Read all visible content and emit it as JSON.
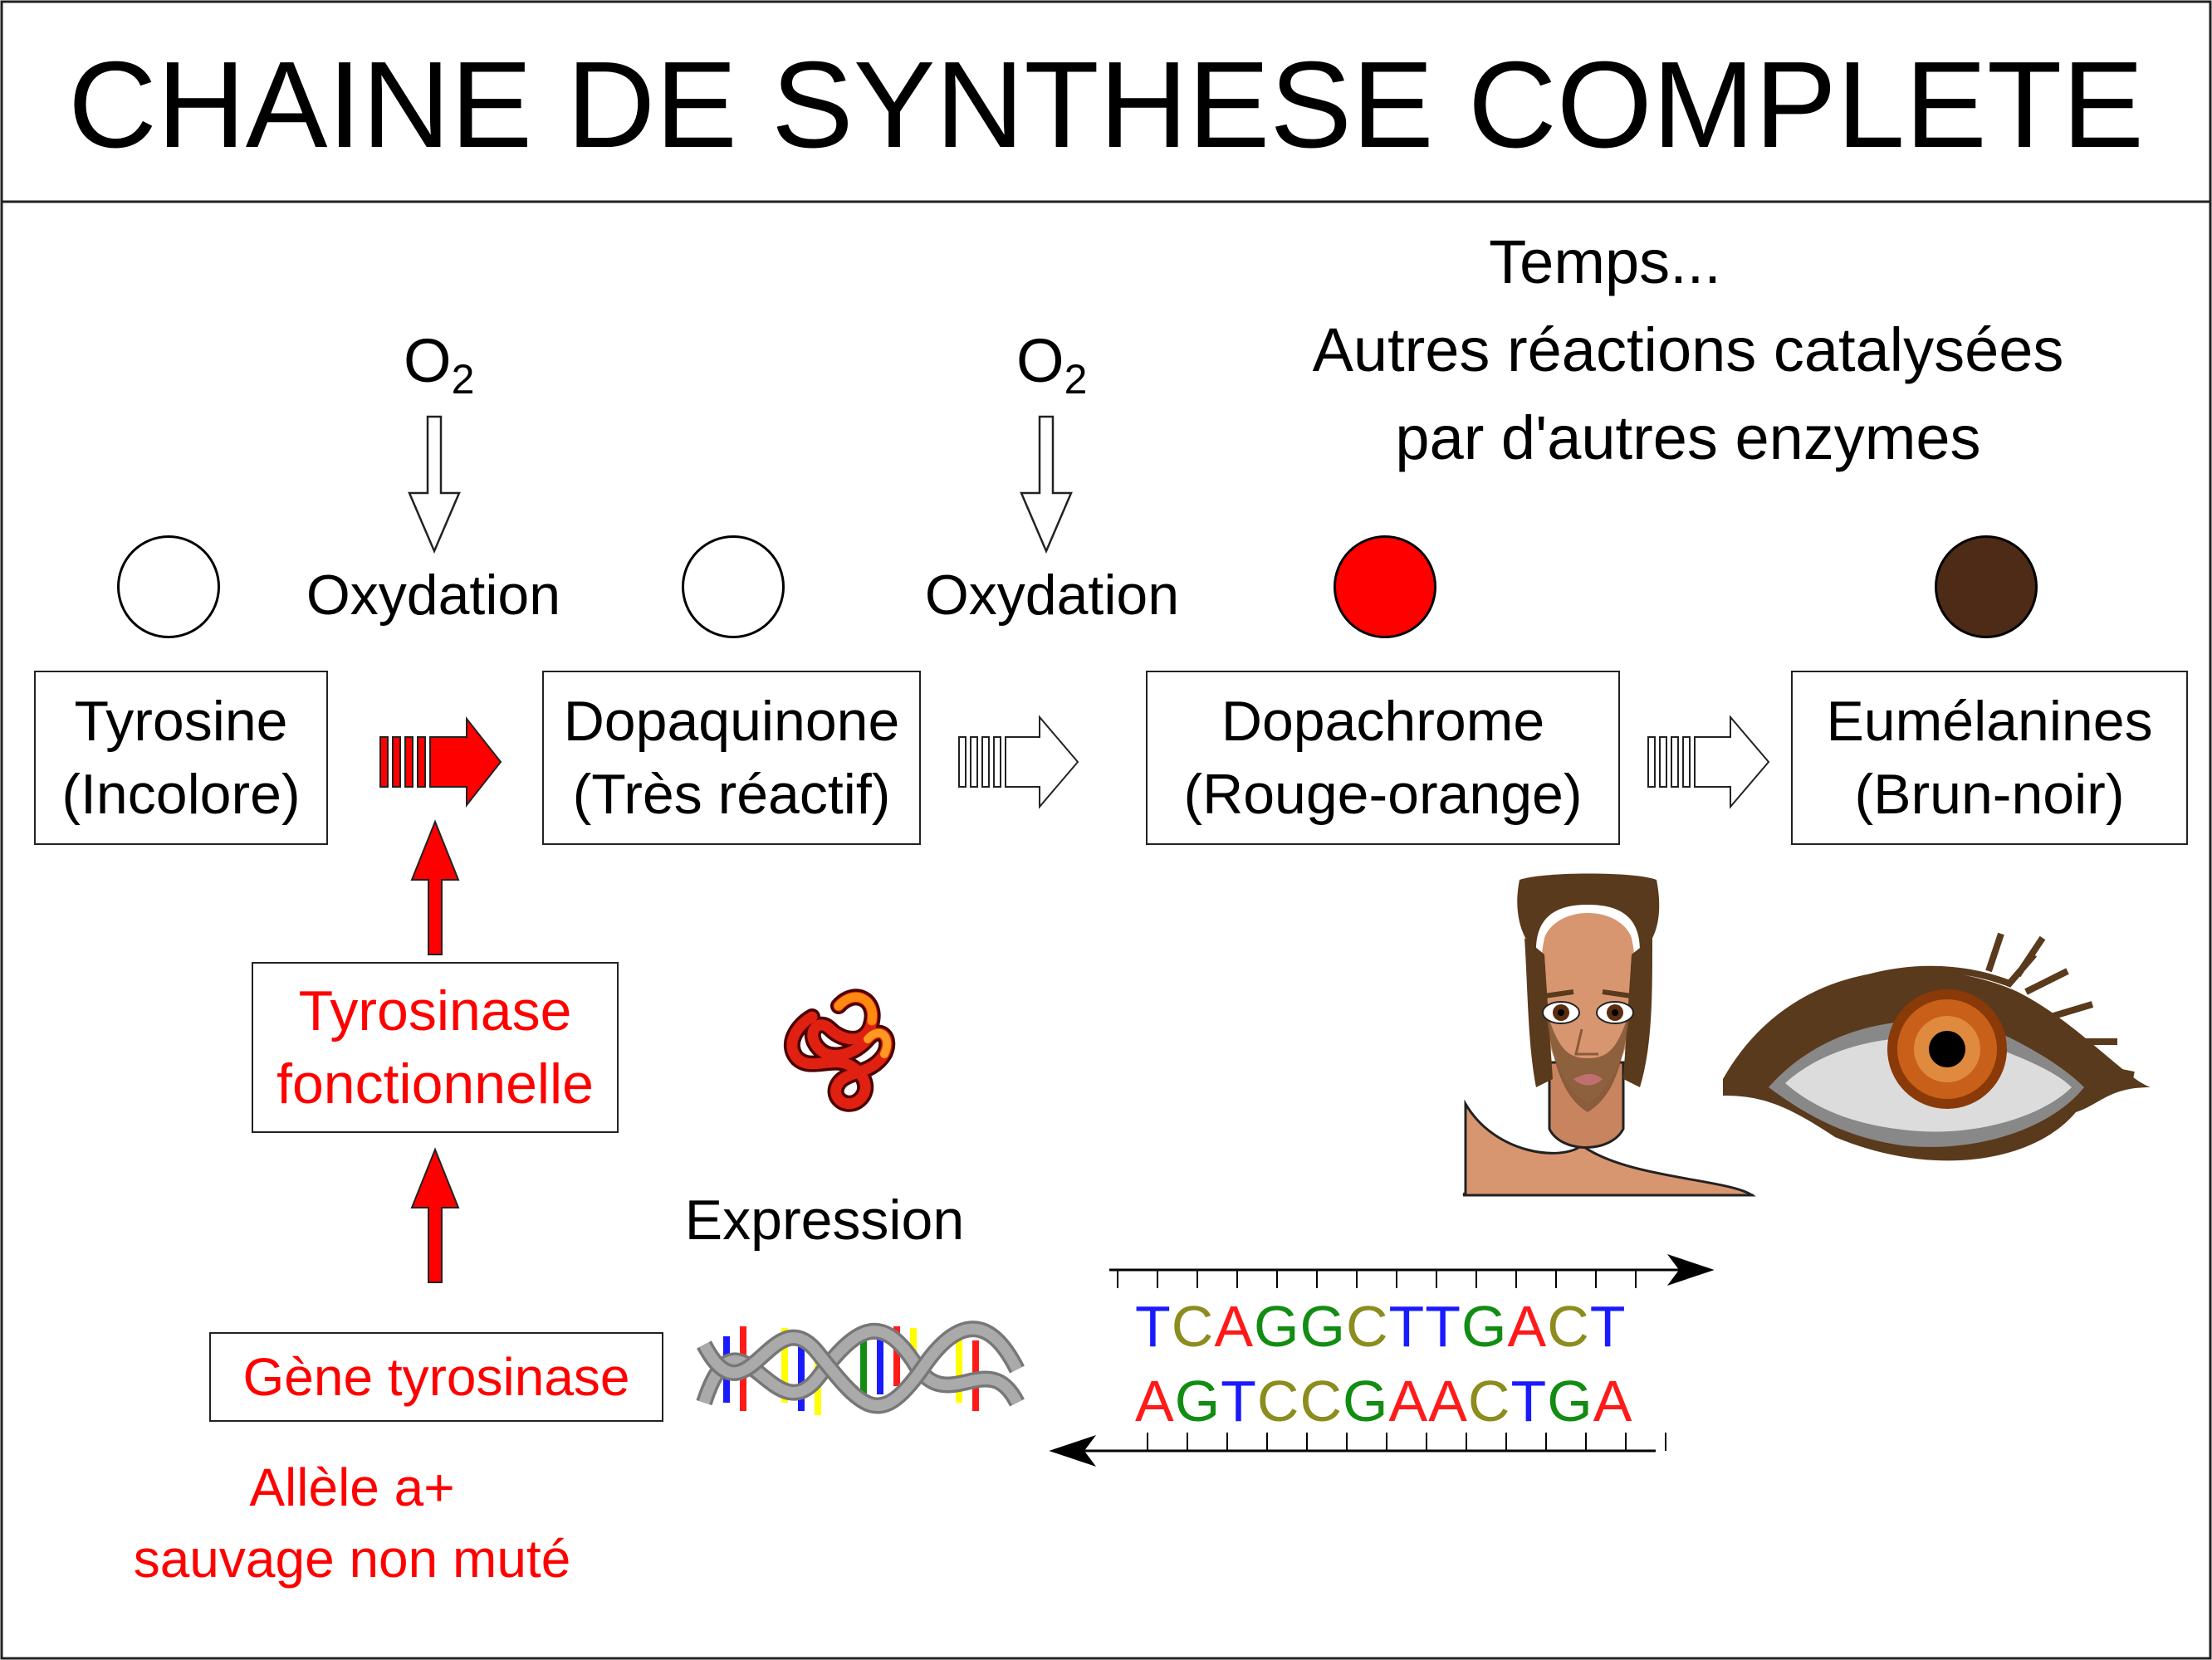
{
  "title": "CHAINE DE SYNTHESE COMPLETE",
  "o2": [
    {
      "base": "O",
      "sub": "2"
    },
    {
      "base": "O",
      "sub": "2"
    }
  ],
  "oxydation_labels": [
    "Oxydation",
    "Oxydation"
  ],
  "temps": {
    "line1": "Temps...",
    "line2": "Autres réactions catalysées",
    "line3": "par d'autres enzymes"
  },
  "molecules": [
    {
      "name": "Tyrosine",
      "desc": "(Incolore)",
      "color": "#ffffff"
    },
    {
      "name": "Dopaquinone",
      "desc": "(Très réactif)",
      "color": "#ffffff"
    },
    {
      "name": "Dopachrome",
      "desc": "(Rouge-orange)",
      "color": "#ff0000"
    },
    {
      "name": "Eumélanines",
      "desc": "(Brun-noir)",
      "color": "#4d2b17"
    }
  ],
  "enzyme": {
    "line1": "Tyrosinase",
    "line2": "fonctionnelle"
  },
  "gene": {
    "label": "Gène tyrosinase"
  },
  "allele": {
    "line1": "Allèle a+",
    "line2": "sauvage non muté"
  },
  "expression_label": "Expression",
  "dna_sequence": {
    "top": [
      "T",
      "C",
      "A",
      "G",
      "G",
      "C",
      "T",
      "T",
      "G",
      "A",
      "C",
      "T"
    ],
    "bottom": [
      "A",
      "G",
      "T",
      "C",
      "C",
      "G",
      "A",
      "A",
      "C",
      "T",
      "G",
      "A"
    ]
  },
  "colors": {
    "accent": "#ff0000",
    "base_T": "#1a1aff",
    "base_C": "#8c8c1f",
    "base_A": "#ff1a1a",
    "base_G": "#138c13"
  }
}
